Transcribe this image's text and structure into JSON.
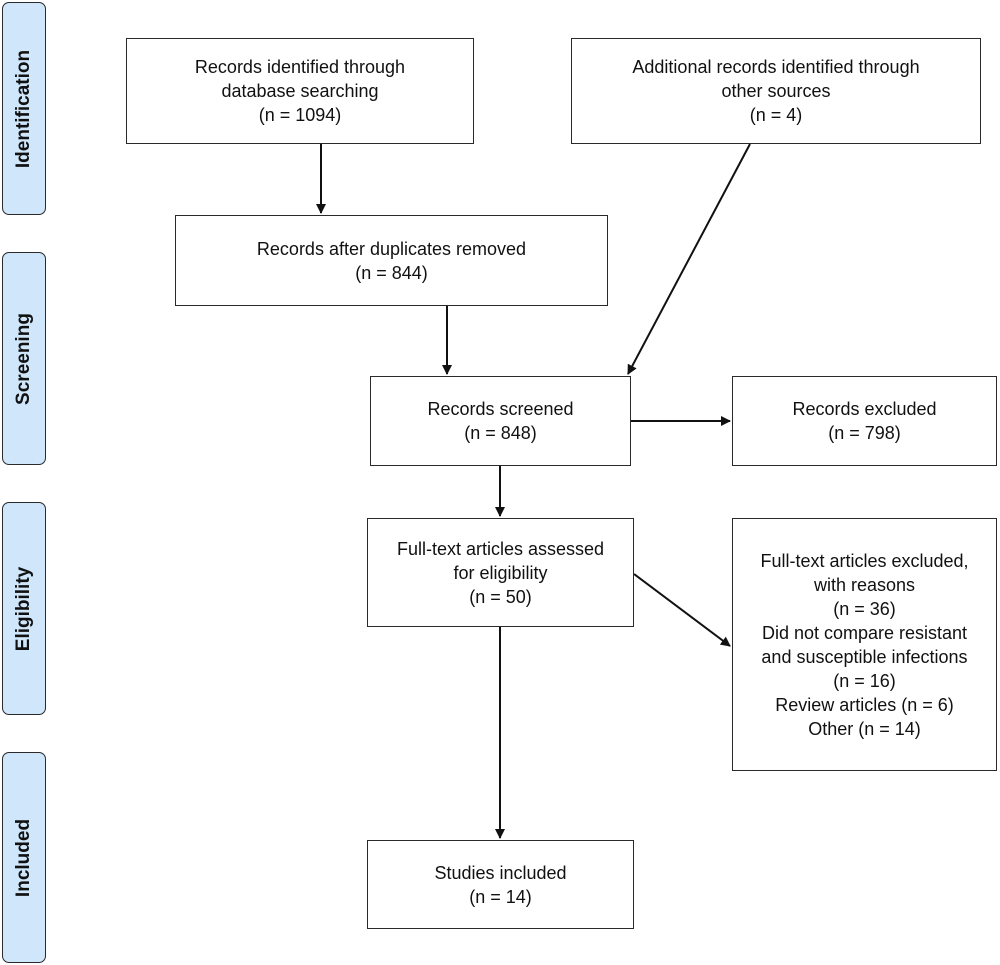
{
  "phases": {
    "identification": "Identification",
    "screening": "Screening",
    "eligibility": "Eligibility",
    "included": "Included"
  },
  "boxes": {
    "db_search": {
      "line1": "Records identified through",
      "line2": "database searching",
      "line3": "(n = 1094)"
    },
    "other_sources": {
      "line1": "Additional records identified through",
      "line2": "other sources",
      "line3": "(n = 4)"
    },
    "dup_removed": {
      "line1": "Records after duplicates removed",
      "line2": "(n = 844)"
    },
    "screened": {
      "line1": "Records screened",
      "line2": "(n = 848)"
    },
    "excluded": {
      "line1": "Records excluded",
      "line2": "(n = 798)"
    },
    "fulltext": {
      "line1": "Full-text articles assessed",
      "line2": "for eligibility",
      "line3": "(n = 50)"
    },
    "fulltext_excluded": {
      "line1": "Full-text articles excluded,",
      "line2": "with reasons",
      "line3": "(n = 36)",
      "line4": "Did not compare resistant",
      "line5": "and susceptible infections",
      "line6": "(n = 16)",
      "line7": "Review articles (n = 6)",
      "line8": "Other (n = 14)"
    },
    "included": {
      "line1": "Studies included",
      "line2": "(n = 14)"
    }
  },
  "colors": {
    "phase_fill": "#cfe6fb",
    "stroke": "#2a2a2a"
  }
}
